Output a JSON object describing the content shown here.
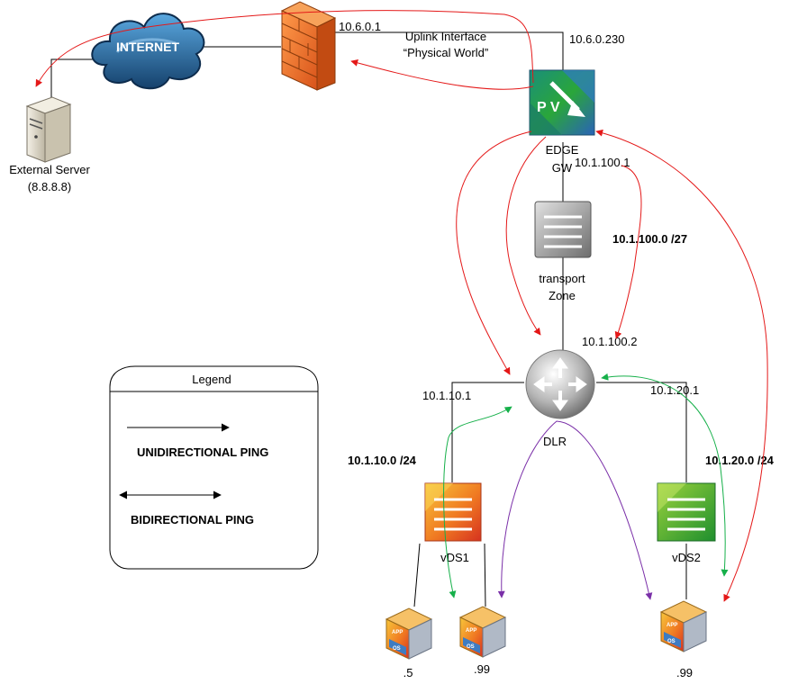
{
  "colors": {
    "unidirectional": "#e41818",
    "bidirectional": "#16b04a",
    "dlr_path": "#7a2fa8",
    "link": "#000000",
    "legend_border": "#000000"
  },
  "internet": {
    "label": "INTERNET",
    "icon": "cloud-icon"
  },
  "external_server": {
    "name": "External Server",
    "ip": "(8.8.8.8)",
    "icon": "server-icon"
  },
  "firewall": {
    "icon": "firewall-icon",
    "ip": "10.6.0.1"
  },
  "uplink": {
    "line1": "Uplink Interface",
    "line2": "“Physical World”"
  },
  "edge": {
    "ip_uplink": "10.6.0.230",
    "name_line1": "EDGE",
    "name_line2": "GW",
    "ip_internal": "10.1.100.1",
    "icon_letters": "P V"
  },
  "transport_zone": {
    "line1": "transport",
    "line2": "Zone",
    "icon": "switch-icon"
  },
  "transit_subnet": "10.1.100.0 /27",
  "dlr": {
    "name": "DLR",
    "ip_uplink": "10.1.100.2",
    "ip_left": "10.1.10.1",
    "ip_right": "10.1.20.1",
    "icon": "router-icon"
  },
  "subnets": {
    "left": "10.1.10.0 /24",
    "right": "10.1.20.0 /24"
  },
  "vds1": {
    "name": "vDS1",
    "icon": "switch-icon"
  },
  "vds2": {
    "name": "vDS2",
    "icon": "switch-icon"
  },
  "vms": [
    {
      "label": ".5",
      "icon": "vm-icon",
      "app": "APP",
      "os": "OS"
    },
    {
      "label": ".99",
      "icon": "vm-icon",
      "app": "APP",
      "os": "OS"
    },
    {
      "label": ".99",
      "icon": "vm-icon",
      "app": "APP",
      "os": "OS"
    }
  ],
  "legend": {
    "title": "Legend",
    "unidirectional": "UNIDIRECTIONAL PING",
    "bidirectional": "BIDIRECTIONAL PING"
  }
}
